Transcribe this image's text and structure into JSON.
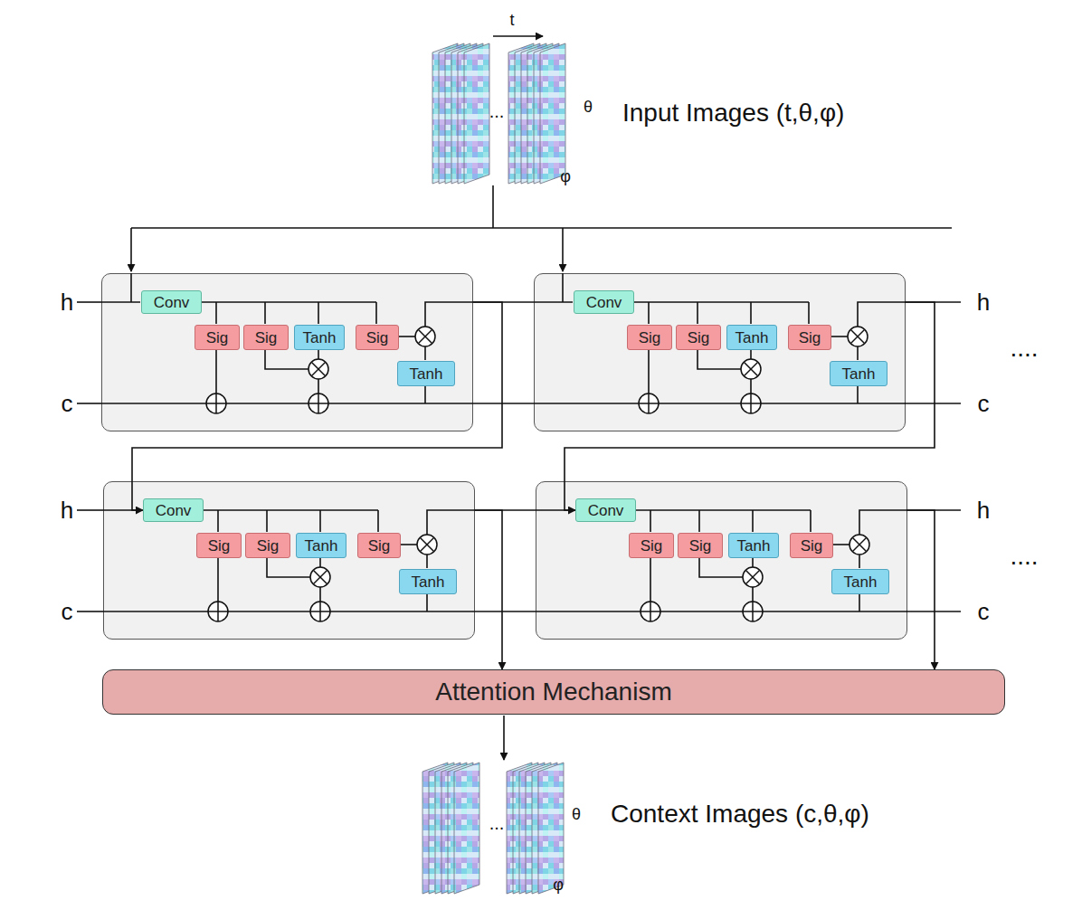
{
  "diagram": {
    "nodes": [
      {
        "text": []
      },
      {
        "text": [
          "Conv"
        ],
        "in": 0
      },
      {
        "text": [
          "Sig"
        ],
        "in": 0
      },
      {
        "text": [
          "Sig"
        ],
        "in": 0
      },
      {
        "text": [
          "Tanh"
        ],
        "in": 0
      },
      {
        "text": [
          "Sig"
        ],
        "in": 0
      },
      {
        "text": [
          "Tanh"
        ],
        "in": 0
      },
      {
        "text": []
      },
      {
        "text": [
          "Conv"
        ],
        "in": 7
      },
      {
        "text": [
          "Sig"
        ],
        "in": 7
      },
      {
        "text": [
          "Sig"
        ],
        "in": 7
      },
      {
        "text": [
          "Tanh"
        ],
        "in": 7
      },
      {
        "text": [
          "Sig"
        ],
        "in": 7
      },
      {
        "text": [
          "Tanh"
        ],
        "in": 7
      },
      {
        "text": []
      },
      {
        "text": [
          "Conv"
        ],
        "in": 14
      },
      {
        "text": [
          "Sig"
        ],
        "in": 14
      },
      {
        "text": [
          "Sig"
        ],
        "in": 14
      },
      {
        "text": [
          "Tanh"
        ],
        "in": 14
      },
      {
        "text": [
          "Sig"
        ],
        "in": 14
      },
      {
        "text": [
          "Tanh"
        ],
        "in": 14
      },
      {
        "text": []
      },
      {
        "text": [
          "Conv"
        ],
        "in": 21
      },
      {
        "text": [
          "Sig"
        ],
        "in": 21
      },
      {
        "text": [
          "Sig"
        ],
        "in": 21
      },
      {
        "text": [
          "Tanh"
        ],
        "in": 21
      },
      {
        "text": [
          "Sig"
        ],
        "in": 21
      },
      {
        "text": [
          "Tanh"
        ],
        "in": 21
      },
      {
        "text": [
          "Attention Mechanism"
        ]
      }
    ],
    "edges": [
      {
        "from": 0,
        "to": 7,
        "arrow": "none"
      },
      {
        "from": 0,
        "to": 7,
        "arrow": "none"
      },
      {
        "from": 0,
        "to": 15,
        "arrow": "to"
      },
      {
        "from": 7,
        "to": 22,
        "arrow": "to"
      },
      {
        "from": 14,
        "to": 21,
        "arrow": "none"
      },
      {
        "from": 14,
        "to": 21,
        "arrow": "none"
      },
      {
        "from": 14,
        "to": 28,
        "arrow": "to"
      },
      {
        "from": 21,
        "to": 28,
        "arrow": "to"
      }
    ],
    "labels": [
      "t",
      "...",
      "θ",
      "Input Images (t,θ,φ)",
      "φ",
      "h",
      "h",
      "....",
      "c",
      "c",
      "h",
      "h",
      "....",
      "c",
      "c",
      "...",
      "θ",
      "Context Images (c,θ,φ)",
      "φ"
    ]
  }
}
